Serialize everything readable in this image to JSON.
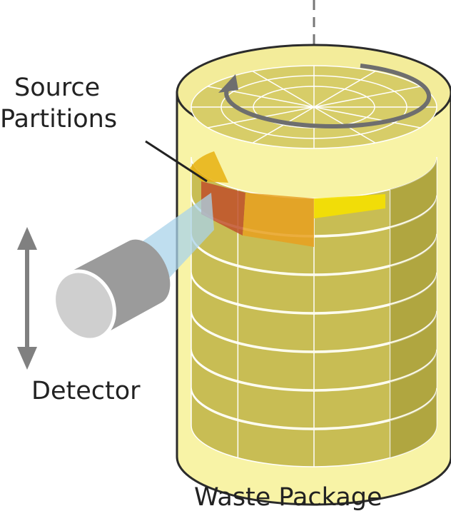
{
  "labels": {
    "source_partitions_line1": "Source",
    "source_partitions_line2": "Partitions",
    "detector": "Detector",
    "waste_package": "Waste Package"
  },
  "colors": {
    "background": "#ffffff",
    "package_fill": "#f8f3a6",
    "segment_fill": "#c8bd54",
    "segment_light": "#e2db7c",
    "segment_dark": "#9d9430",
    "cylinder_outline": "#2b2b2b",
    "rotation_arrow": "#6e6e6e",
    "axis_line": "#777777",
    "detector_body": "#a9a9a9",
    "detector_face": "#cfcfcf",
    "beam": "#a9d3ea",
    "highlight_red": "#c0502a",
    "highlight_orange": "#e8a020",
    "highlight_yellow": "#f5e000",
    "arrow_grey": "#808080",
    "label_text": "#222222"
  },
  "icons": {
    "rotation": "circular-rotation-arrow-icon",
    "vertical_motion": "double-headed-vertical-arrow-icon",
    "detector": "cylindrical-detector-icon"
  }
}
